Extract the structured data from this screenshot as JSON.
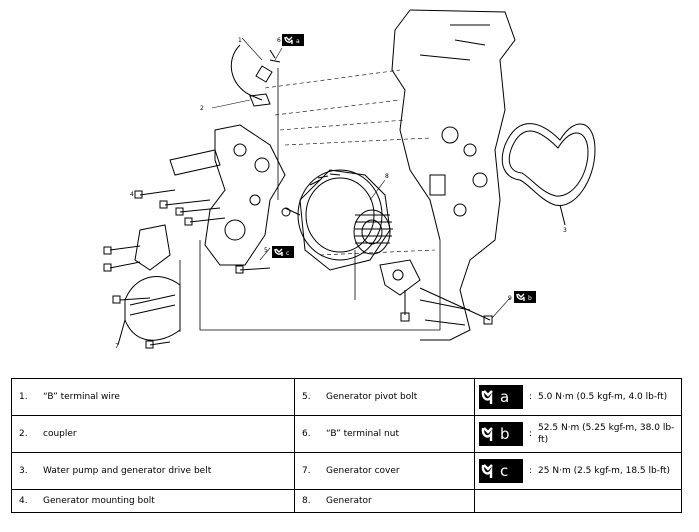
{
  "callouts": {
    "n1": "1",
    "n2": "2",
    "n3": "3",
    "n4": "4",
    "n5": "5",
    "n6": "6",
    "n7": "7",
    "n8": "8",
    "n9": "9"
  },
  "badge_letters": {
    "a": "a",
    "b": "b",
    "c": "c"
  },
  "legend": {
    "rows": [
      {
        "left_num": "1.",
        "left_text": "“B” terminal wire",
        "mid_num": "5.",
        "mid_text": "Generator pivot bolt",
        "torque_letter": "a",
        "torque_text": "5.0 N·m (0.5 kgf-m, 4.0 lb-ft)"
      },
      {
        "left_num": "2.",
        "left_text": "coupler",
        "mid_num": "6.",
        "mid_text": "“B” terminal nut",
        "torque_letter": "b",
        "torque_text": "52.5 N·m (5.25 kgf-m, 38.0 lb-ft)"
      },
      {
        "left_num": "3.",
        "left_text": "Water pump and generator drive belt",
        "mid_num": "7.",
        "mid_text": "Generator cover",
        "torque_letter": "c",
        "torque_text": "25 N·m (2.5 kgf-m, 18.5 lb-ft)"
      },
      {
        "left_num": "4.",
        "left_text": "Generator mounting bolt",
        "mid_num": "8.",
        "mid_text": "Generator"
      }
    ],
    "colon": ":"
  }
}
